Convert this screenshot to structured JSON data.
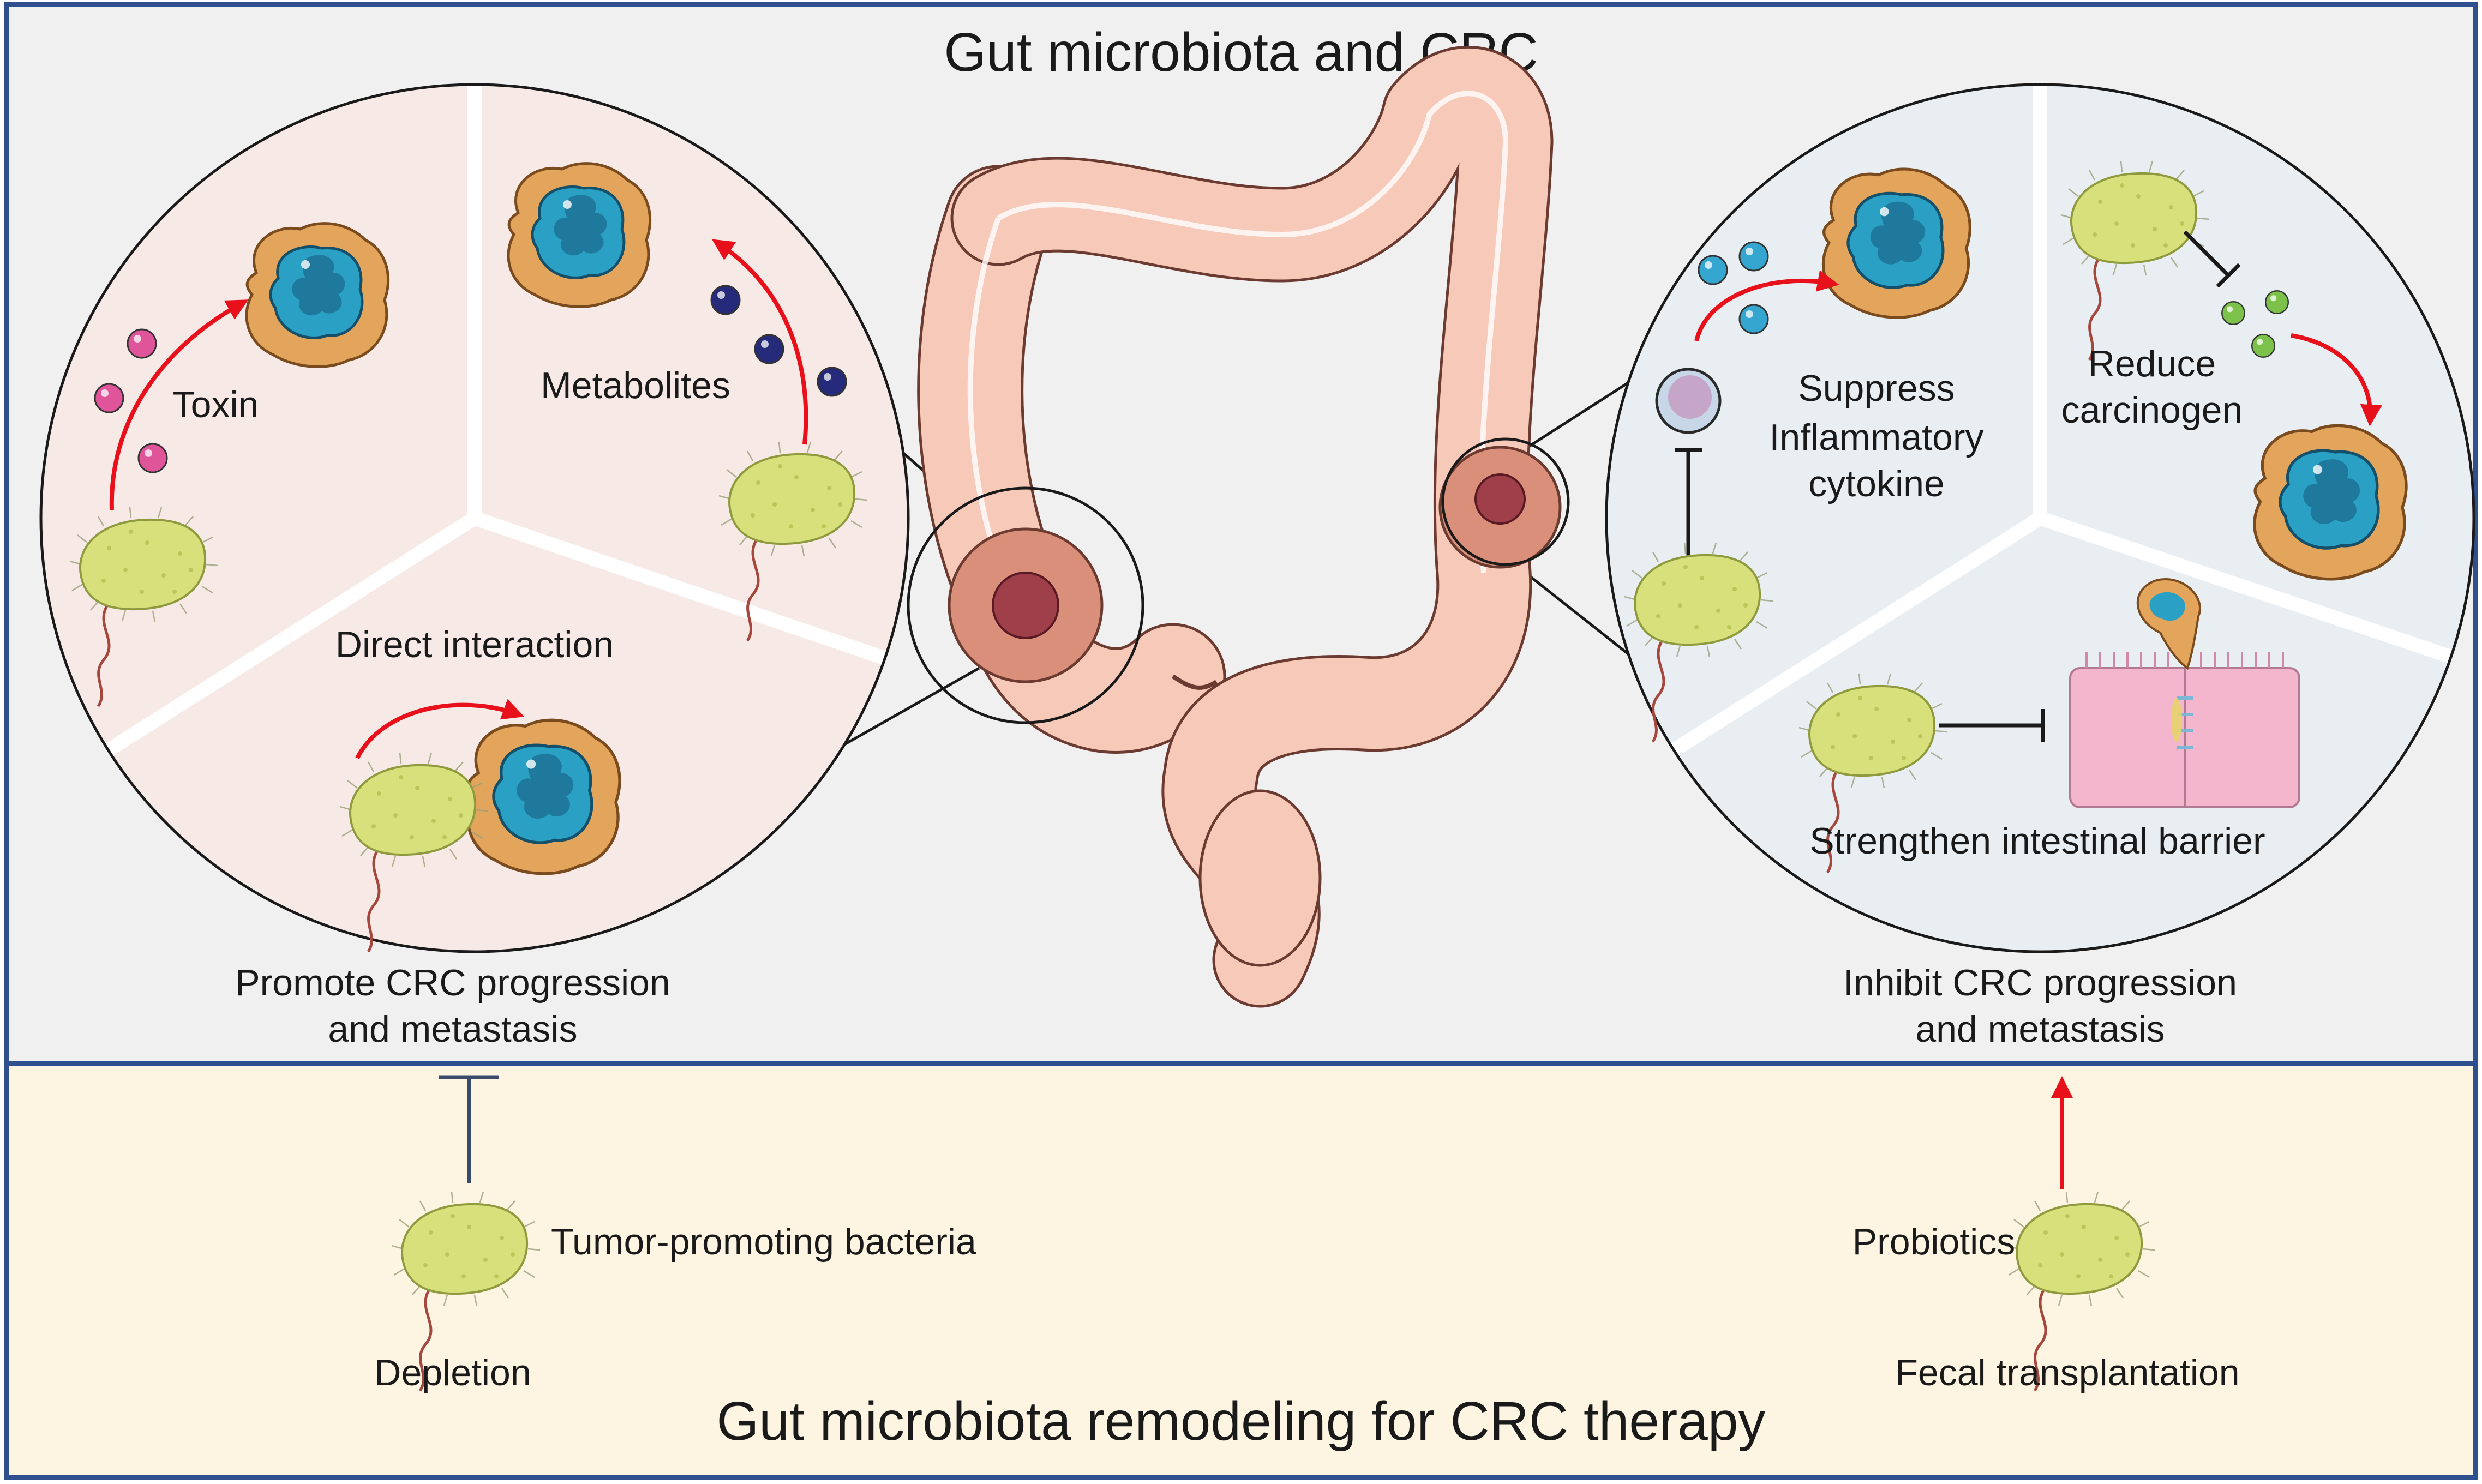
{
  "top_panel": {
    "title": "Gut microbiota and CRC",
    "left_circle": {
      "toxin_label": "Toxin",
      "metabolites_label": "Metabolites",
      "direct_label": "Direct interaction",
      "caption_line1": "Promote CRC progression",
      "caption_line2": "and metastasis"
    },
    "right_circle": {
      "suppress_line1": "Suppress",
      "suppress_line2": "Inflammatory",
      "suppress_line3": "cytokine",
      "reduce_line1": "Reduce",
      "reduce_line2": "carcinogen",
      "barrier_label": "Strengthen intestinal barrier",
      "caption_line1": "Inhibit CRC progression",
      "caption_line2": "and metastasis"
    }
  },
  "bottom_panel": {
    "title": "Gut microbiota remodeling for CRC therapy",
    "tumor_bacteria_label": "Tumor-promoting bacteria",
    "depletion_label": "Depletion",
    "probiotics_label": "Probiotics",
    "fecal_label": "Fecal transplantation"
  },
  "colors": {
    "frame": "#2f4f8f",
    "top_bg": "#f0f0f0",
    "bottom_bg": "#fdf4e1",
    "left_circle_bg": "#f6e9e6",
    "right_circle_bg": "#e9eef3",
    "arrow_red": "#e8101a",
    "bacteria": "#d7e07a",
    "tumor_cell": "#e0a058",
    "nucleus": "#2e9fc0",
    "toxin": "#e0559a",
    "metabolite": "#262a7a",
    "cytokine": "#35a6cf",
    "carcinogen": "#7cc24a",
    "colon": "#f6c9b8"
  },
  "icons": [
    "bacterium-icon",
    "tumor-cell-icon",
    "immune-cell-icon",
    "colon-icon",
    "intestinal-barrier-icon",
    "inhibit-icon",
    "red-arrow-icon"
  ]
}
